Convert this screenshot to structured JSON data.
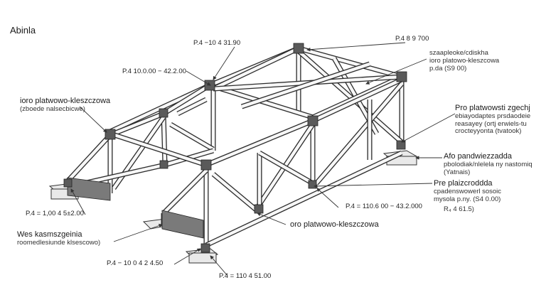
{
  "title": "Abinla",
  "labels": {
    "top_dim_1": "P.4 −10 4 31.90",
    "top_dim_2": "P.4 8 9 700",
    "left_dim_top": "P.4 10.0.00 − 42.2.00",
    "left_callout": {
      "line1": "ioro platwowo-kleszczowa",
      "line2": "(zboede nalsecbicwe)"
    },
    "right_top": {
      "line1": "szaapleoke/cdiskha",
      "line2": "ioro platowo-kleszcowa",
      "line3": "p.da (S9 00)"
    },
    "right_mid": {
      "line1": "Pro platwowsti zgechj",
      "line2": "ebiayodaptes prsdaodeie",
      "line3": "reasayey (ortj erwiels-tu",
      "line4": "crocteyyonta (tvatook)"
    },
    "right_low": {
      "line1": "Afo pandwiezzadda",
      "line2": "pbolodiak/nlelela ny nastomiq",
      "line3": "(Yatnais)"
    },
    "right_bottom": {
      "line1": "Pre plaizcroddda",
      "line2": "cpadenswowerl sosoic",
      "line3": "mysola p.ny. (S4 0.00)"
    },
    "right_small": "R₄ 4 61.5)",
    "left_dim_mid": "P.4 = 1,00 4 5±2.00",
    "center_dim": "P.4 = 110.6 00 − 43.2.000",
    "center_label": "oro platwowo-kleszczowa",
    "bottom_left_callout": {
      "line1": "Wes kasmszgeinia",
      "line2": "roomedlesiunde klsescowo)"
    },
    "bottom_dim_1": "P.4 − 10 0 4 2 4.50",
    "bottom_dim_2": "P.4 = 110 4 51.00"
  },
  "colors": {
    "steel": "#f4f4f4",
    "outline": "#2b2b2b",
    "plate": "#7a7a7a",
    "joint": "#555555",
    "leader": "#333333"
  }
}
